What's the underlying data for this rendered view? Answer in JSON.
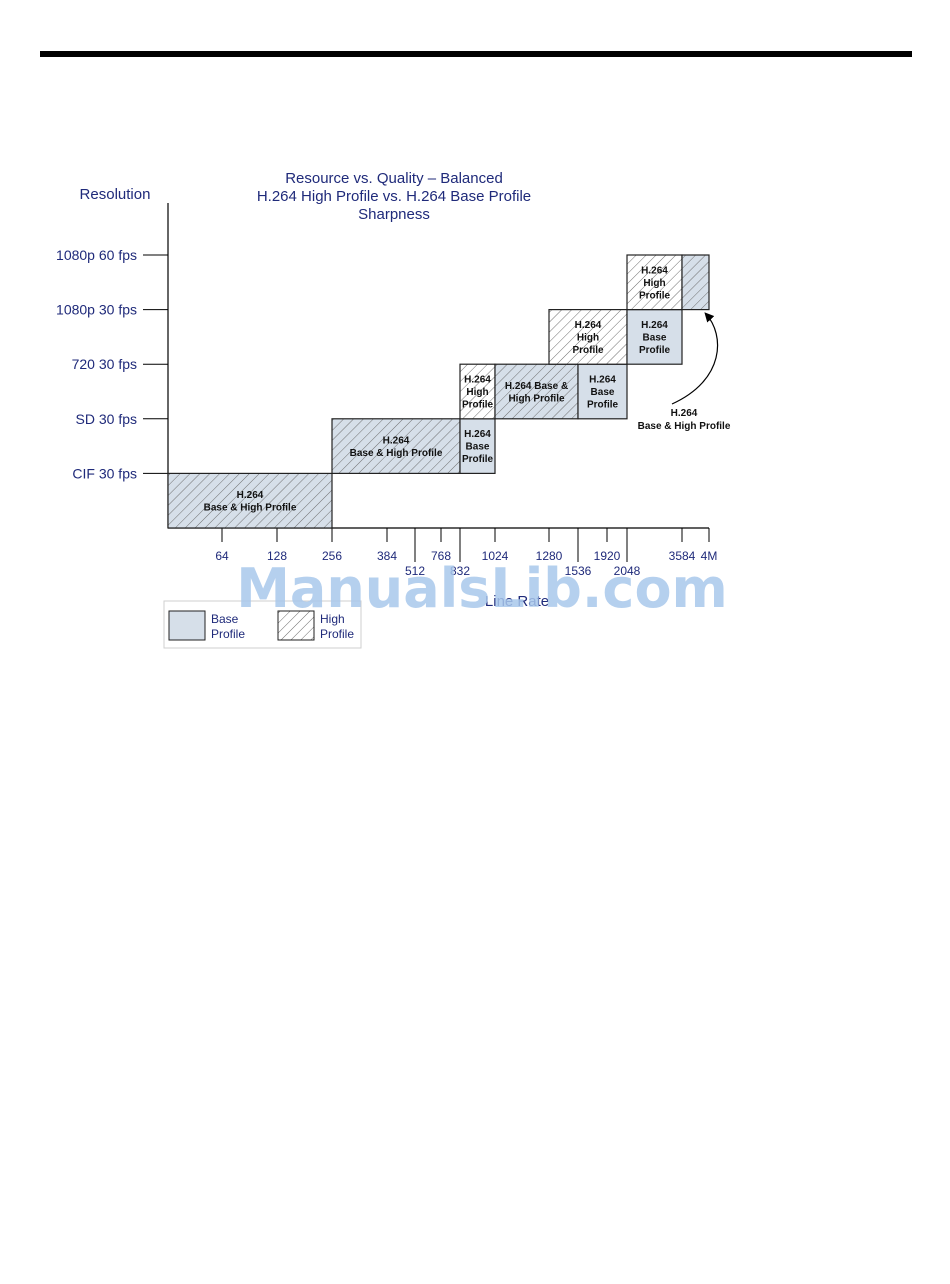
{
  "chart_data": {
    "type": "bar",
    "title_lines": [
      "Resource vs. Quality – Balanced",
      "H.264 High Profile vs. H.264  Base Profile",
      "Sharpness"
    ],
    "ylabel": "Resolution",
    "xlabel": "Line Rate",
    "y_categories": [
      "CIF 30 fps",
      "SD 30 fps",
      "720 30 fps",
      "1080p 30 fps",
      "1080p 60 fps"
    ],
    "x_ticks": [
      {
        "label": "64",
        "row": 1
      },
      {
        "label": "128",
        "row": 1
      },
      {
        "label": "256",
        "row": 1
      },
      {
        "label": "384",
        "row": 1
      },
      {
        "label": "512",
        "row": 2
      },
      {
        "label": "768",
        "row": 1
      },
      {
        "label": "832",
        "row": 2
      },
      {
        "label": "1024",
        "row": 1
      },
      {
        "label": "1280",
        "row": 1
      },
      {
        "label": "1536",
        "row": 2
      },
      {
        "label": "1920",
        "row": 1
      },
      {
        "label": "2048",
        "row": 2
      },
      {
        "label": "3584",
        "row": 1
      },
      {
        "label": "4M",
        "row": 1
      }
    ],
    "regions": [
      {
        "from": "0",
        "to": "256",
        "level": 0,
        "pattern": "both",
        "label": [
          "H.264",
          "Base & High Profile"
        ]
      },
      {
        "from": "256",
        "to": "832",
        "level": 1,
        "pattern": "both",
        "label": [
          "H.264",
          "Base & High Profile"
        ]
      },
      {
        "from": "832",
        "to": "1024",
        "level": 1,
        "pattern": "base",
        "label": [
          "H.264",
          "Base",
          "Profile"
        ]
      },
      {
        "from": "832",
        "to": "1024",
        "level": 2,
        "pattern": "high",
        "label": [
          "H.264",
          "High",
          "Profile"
        ]
      },
      {
        "from": "1024",
        "to": "1536",
        "level": 2,
        "pattern": "both",
        "label": [
          "H.264 Base &",
          "High Profile"
        ]
      },
      {
        "from": "1536",
        "to": "2048",
        "level": 2,
        "pattern": "base",
        "label": [
          "H.264",
          "Base",
          "Profile"
        ]
      },
      {
        "from": "1280",
        "to": "2048",
        "level": 3,
        "pattern": "high",
        "label": [
          "H.264",
          "High",
          "Profile"
        ]
      },
      {
        "from": "2048",
        "to": "3584",
        "level": 3,
        "pattern": "base",
        "label": [
          "H.264",
          "Base",
          "Profile"
        ]
      },
      {
        "from": "2048",
        "to": "3584",
        "level": 4,
        "pattern": "high",
        "label": [
          "H.264",
          "High",
          "Profile"
        ]
      },
      {
        "from": "3584",
        "to": "4M",
        "level": 4,
        "pattern": "both",
        "label": []
      }
    ],
    "annotation": {
      "lines": [
        "H.264",
        "Base & High Profile"
      ],
      "points_to_level": 4,
      "points_to_from": "3584"
    },
    "legend": [
      {
        "pattern": "base",
        "lines": [
          "Base",
          "Profile"
        ]
      },
      {
        "pattern": "high",
        "lines": [
          "High",
          "Profile"
        ]
      }
    ],
    "legend_placement": "bottom-left",
    "grid": false
  },
  "watermark": "ManualsLib.com",
  "colors": {
    "text": "#1f2a7a",
    "base_fill": "#d6dfe9",
    "hatch": "#6b6b6b",
    "axis": "#000000",
    "watermark": "#a9c8ec"
  }
}
